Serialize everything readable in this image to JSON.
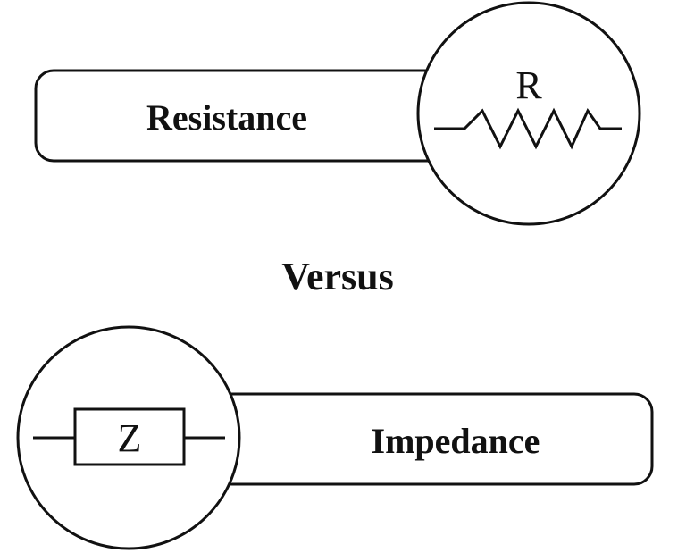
{
  "resistance": {
    "label": "Resistance",
    "symbol_letter": "R",
    "symbol_icon": "resistor-zigzag-icon"
  },
  "separator": {
    "label": "Versus"
  },
  "impedance": {
    "label": "Impedance",
    "symbol_letter": "Z",
    "symbol_icon": "impedance-box-icon"
  },
  "colors": {
    "ink": "#111111",
    "background": "#ffffff"
  }
}
